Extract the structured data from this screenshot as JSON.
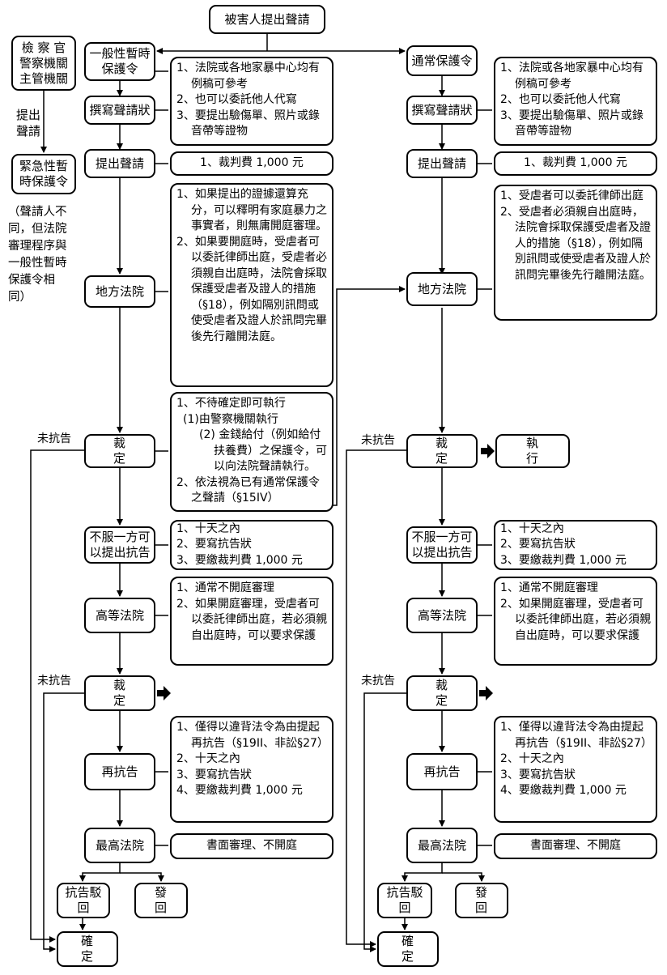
{
  "start": "被害人提出聲請",
  "emergency": {
    "applicants": [
      "檢 察 官",
      "警察機關",
      "主管機關"
    ],
    "submit_label": [
      "提出",
      "聲請"
    ],
    "order_label": [
      "緊急性暫",
      "時保護令"
    ],
    "note_lines": [
      "（聲請人不",
      "同，但法院",
      "審理程序與",
      "一般性暫時",
      "保護令相",
      "同）"
    ]
  },
  "not_appealed": "未抗告",
  "left": {
    "title_lines": [
      "一般性暫時",
      "保護令"
    ],
    "draft": "撰寫聲請狀",
    "submit": "提出聲請",
    "district_court": "地方法院",
    "ruling": "裁 定",
    "appeal_lines": [
      "不服一方可",
      "以提出抗告"
    ],
    "high_court": "高等法院",
    "ruling2": "裁 定",
    "reappeal": "再抗告",
    "supreme_court": "最高法院",
    "dismissed": "抗告駁回",
    "remand": "發 回",
    "final": "確 定",
    "notes": {
      "draft": [
        "1、法院或各地家暴中心均有例稿可參考",
        "2、也可以委託他人代寫",
        "3、要提出驗傷單、照片或錄音帶等證物"
      ],
      "fee": "1、裁判費 1,000 元",
      "district": [
        "1、如果提出的證據還算充分，可以釋明有家庭暴力之事實者，則無庸開庭審理。",
        "2、如果要開庭時，受虐者可以委託律師出庭，受虐者必須親自出庭時，法院會採取保護受虐者及證人的措施（§18），例如隔別訊問或使受虐者及證人於訊問完畢後先行離開法庭。"
      ],
      "ruling_l1": "1、不待確定即可執行",
      "ruling_l2": "(1)由警察機關執行",
      "ruling_l3": "(2) 金錢給付（例如給付扶養費）之保護令，可以向法院聲請執行。",
      "ruling_l4": "2、依法視為已有通常保護令之聲請（§15IV）",
      "appeal": [
        "1、十天之內",
        "2、要寫抗告狀",
        "3、要繳裁判費 1,000 元"
      ],
      "high": [
        "1、通常不開庭審理",
        "2、如果開庭審理，受虐者可以委託律師出庭，若必須親自出庭時，可以要求保護"
      ],
      "reappeal": [
        "1、僅得以違背法令為由提起再抗告（§19II、非訟§27）",
        "2、十天之內",
        "3、要寫抗告狀",
        "4、要繳裁判費 1,000 元"
      ],
      "supreme": "書面審理、不開庭"
    }
  },
  "right": {
    "title": "通常保護令",
    "draft": "撰寫聲請狀",
    "submit": "提出聲請",
    "district_court": "地方法院",
    "ruling": "裁 定",
    "execute": "執 行",
    "appeal_lines": [
      "不服一方可",
      "以提出抗告"
    ],
    "high_court": "高等法院",
    "ruling2": "裁 定",
    "reappeal": "再抗告",
    "supreme_court": "最高法院",
    "dismissed": "抗告駁回",
    "remand": "發 回",
    "final": "確 定",
    "notes": {
      "draft": [
        "1、法院或各地家暴中心均有例稿可參考",
        "2、也可以委託他人代寫",
        "3、要提出驗傷單、照片或錄音帶等證物"
      ],
      "fee": "1、裁判費 1,000 元",
      "district": [
        "1、受虐者可以委託律師出庭",
        "2、受虐者必須親自出庭時，法院會採取保護受虐者及證人的措施（§18），例如隔別訊問或使受虐者及證人於訊問完畢後先行離開法庭。"
      ],
      "appeal": [
        "1、十天之內",
        "2、要寫抗告狀",
        "3、要繳裁判費 1,000 元"
      ],
      "high": [
        "1、通常不開庭審理",
        "2、如果開庭審理，受虐者可以委託律師出庭，若必須親自出庭時，可以要求保護"
      ],
      "reappeal": [
        "1、僅得以違背法令為由提起再抗告（§19II、非訟§27）",
        "2、十天之內",
        "3、要寫抗告狀",
        "4、要繳裁判費 1,000 元"
      ],
      "supreme": "書面審理、不開庭"
    }
  }
}
